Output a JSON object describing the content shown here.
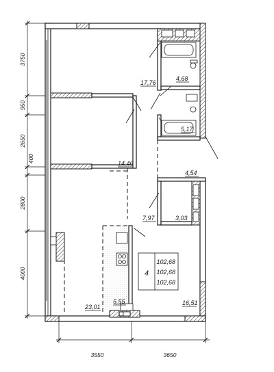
{
  "rooms": [
    {
      "label": "17,76"
    },
    {
      "label": "4,68"
    },
    {
      "label": "5,17"
    },
    {
      "label": "14,46"
    },
    {
      "label": "4,54"
    },
    {
      "label": "7,97"
    },
    {
      "label": "3,03"
    },
    {
      "label": "23,01"
    },
    {
      "label": "5,55"
    },
    {
      "label": "16,51"
    }
  ],
  "dimensions_left": [
    "3750",
    "950",
    "2650",
    "400",
    "2800",
    "4000"
  ],
  "dimensions_bottom": [
    "3550",
    "3650"
  ],
  "apartment": {
    "rooms_count": "4",
    "areas": [
      "102,68",
      "102,68",
      "102,68"
    ]
  }
}
